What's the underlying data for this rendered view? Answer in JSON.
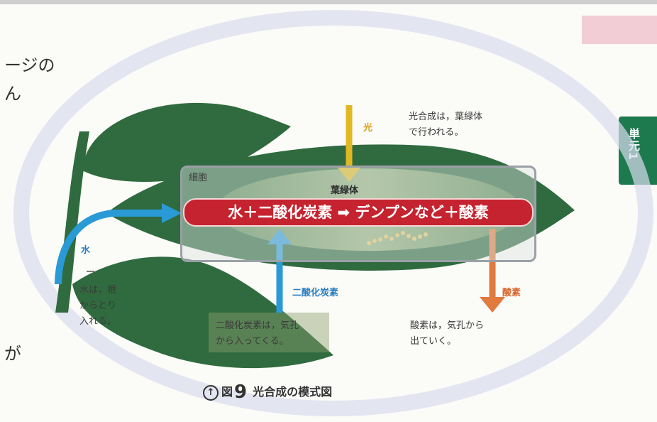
{
  "side_text": {
    "line1": "ージの",
    "line2": "ん",
    "line3": "が"
  },
  "tab": {
    "label": "単元1"
  },
  "labels": {
    "light": "光",
    "light_note_1": "光合成は，葉緑体",
    "light_note_2": "で行われる。",
    "cell": "細胞",
    "chloroplast": "葉緑体",
    "equation": "水＋二酸化炭素 ➡ デンプンなど＋酸素",
    "water": "水",
    "water_note_1": "水は，根",
    "water_note_2": "からとり",
    "water_note_3": "入れる。",
    "co2": "二酸化炭素",
    "co2_note_1": "二酸化炭素は，気孔",
    "co2_note_2": "から入ってくる。",
    "oxygen": "酸素",
    "oxygen_note_1": "酸素は，気孔から",
    "oxygen_note_2": "出ていく。"
  },
  "caption": {
    "arrow": "↑",
    "fig": "図",
    "num": "9",
    "text": "光合成の模式図"
  },
  "colors": {
    "leaf": "#2f6b3e",
    "light_arrow": "#e0b824",
    "water_arrow": "#2a9ad6",
    "co2_arrow": "#2a9ad6",
    "oxygen_arrow": "#e07a3e",
    "equation_bar": "#c5232f"
  }
}
